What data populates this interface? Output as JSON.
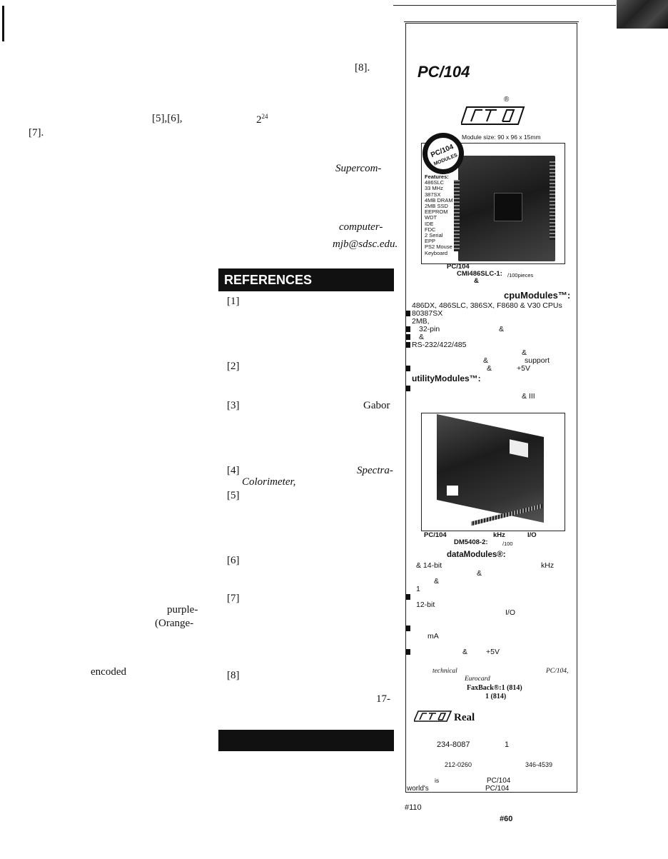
{
  "left_column": {
    "ref8": "[8].",
    "ref5_6": "[5],[6],",
    "two24_base": "2",
    "two24_exp": "24",
    "ref7": "[7].",
    "supercom": "Supercom-",
    "computer": "computer-",
    "email": "mjb@sdsc.edu.",
    "purple": "purple-",
    "orange": "(Orange-",
    "encoded": "encoded"
  },
  "references": {
    "heading": "REFERENCES",
    "items": [
      "[1]",
      "[2]",
      "[3]",
      "[4]",
      "[5]",
      "[6]",
      "[7]",
      "[8]"
    ],
    "gabor": "Gabor",
    "spectra": "Spectra-",
    "colorimeter": "Colorimeter,",
    "seventeen": "17-"
  },
  "ad": {
    "title": "PC/104",
    "registered": "®",
    "module_size": "Module size: 90 x 96 x 15mm",
    "emblem_lines": [
      "PC/104",
      "MODULES"
    ],
    "features": [
      "Features:",
      "486SLC",
      "33 MHz",
      "387SX",
      "4MB DRAM",
      "2MB SSD",
      "EEPROM",
      "WDT",
      "IDE",
      "FDC",
      "2 Serial",
      "EPP",
      "PS2 Mouse",
      "Keyboard"
    ],
    "caption1_line1": "PC/104",
    "caption1_line2a": "CMI486SLC-1:",
    "caption1_line2b": "/100pieces",
    "caption1_line3": "&",
    "cpu_heading": "cpuModules™:",
    "cpu_lines": [
      "486DX, 486SLC, 386SX, F8680 & V30 CPUs",
      "80387SX",
      "2MB,",
      "32-pin",
      "&",
      "&",
      "RS-232/422/485",
      "&",
      "&",
      "support",
      "&",
      "+5V"
    ],
    "utility_heading": "utilityModules™:",
    "utility_amp": "& III",
    "caption2_a": "PC/104",
    "caption2_b": "kHz",
    "caption2_c": "I/O",
    "caption2_d": "DM5408-2:",
    "caption2_e": "/100",
    "data_heading": "dataModules®:",
    "data_lines": [
      "& 14-bit",
      "kHz",
      "&",
      "&",
      "1",
      "12-bit",
      "I/O",
      "mA",
      "&",
      "+5V"
    ],
    "technical": "technical",
    "pc104_ital": "PC/104,",
    "eurocard": "Eurocard",
    "faxback": "FaxBack®:1 (814)",
    "phone_814": "1 (814)",
    "logo_text": "Real",
    "phone1": "234-8087",
    "phone1b": "1",
    "phone2": "212-0260",
    "phone3": "346-4539",
    "footer1a": "is",
    "footer1b": "PC/104",
    "footer2a": "world's",
    "footer2b": "PC/104"
  },
  "page_footer": {
    "reader_service_1": "#110",
    "reader_service_2": "#60"
  }
}
